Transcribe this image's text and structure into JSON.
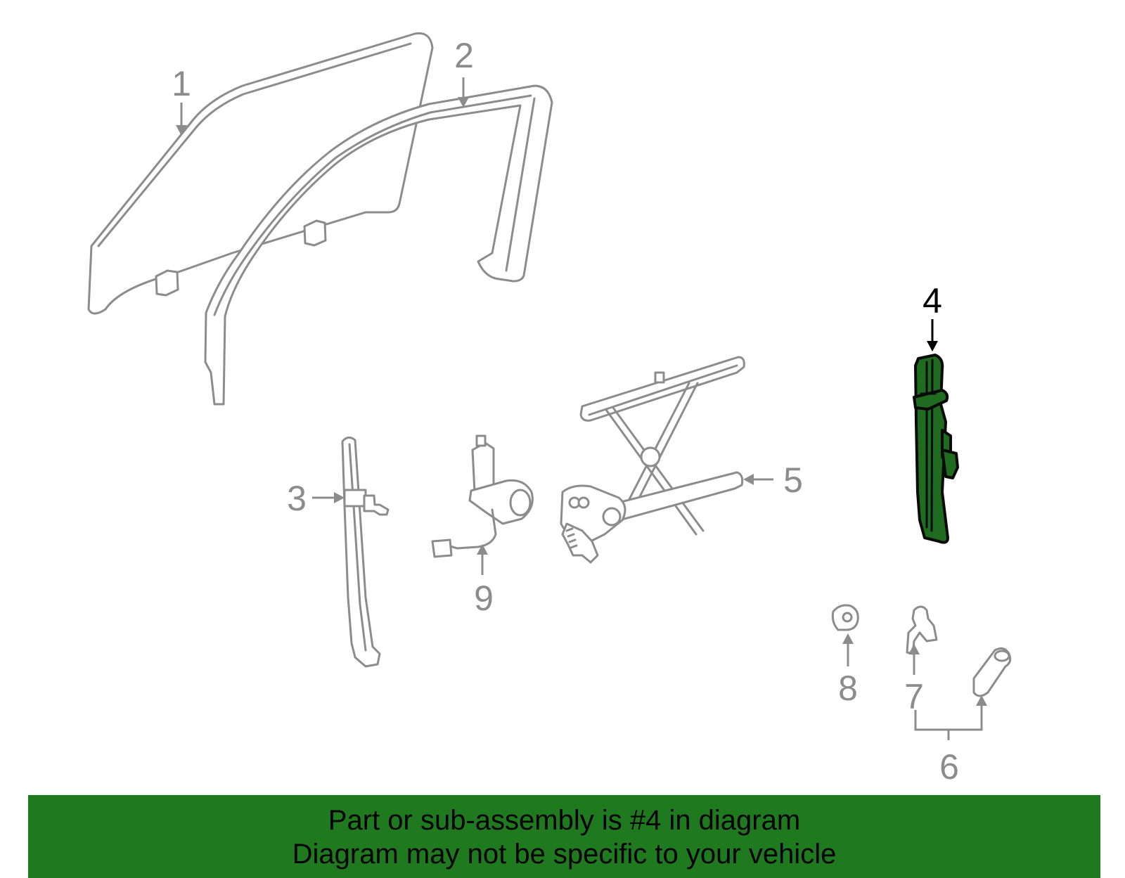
{
  "callouts": [
    {
      "id": "1",
      "label": "1",
      "highlighted": false
    },
    {
      "id": "2",
      "label": "2",
      "highlighted": false
    },
    {
      "id": "3",
      "label": "3",
      "highlighted": false
    },
    {
      "id": "4",
      "label": "4",
      "highlighted": true
    },
    {
      "id": "5",
      "label": "5",
      "highlighted": false
    },
    {
      "id": "6",
      "label": "6",
      "highlighted": false
    },
    {
      "id": "7",
      "label": "7",
      "highlighted": false
    },
    {
      "id": "8",
      "label": "8",
      "highlighted": false
    },
    {
      "id": "9",
      "label": "9",
      "highlighted": false
    }
  ],
  "banner": {
    "line1": "Part or sub-assembly is #4 in diagram",
    "line2": "Diagram may not be specific to your vehicle"
  },
  "colors": {
    "banner_background": "#1f7a1f",
    "highlight_fill": "#1f6b1f",
    "part_outline": "#8c8c8c",
    "highlight_outline": "#000000"
  }
}
